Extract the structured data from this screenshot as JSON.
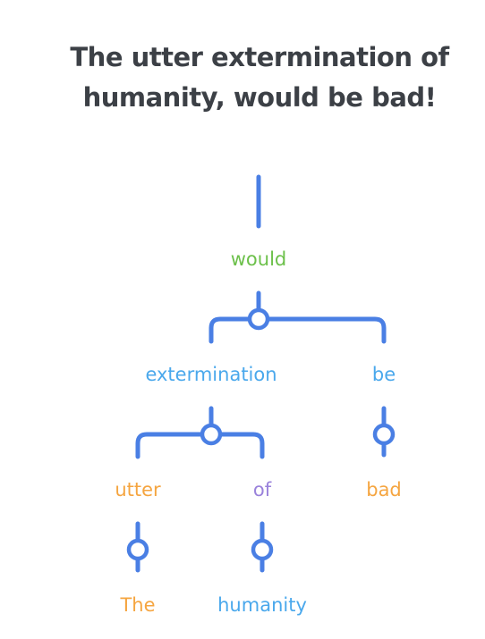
{
  "sentence": "The utter extermination of humanity, would be bad!",
  "colors": {
    "edge": "#4a7fe4",
    "title": "#3c4046",
    "verb": "#6cc04a",
    "noun": "#4aa8ec",
    "modifier": "#f5a540",
    "preposition": "#9a82db"
  },
  "nodes": [
    {
      "id": "would",
      "label": "would",
      "role": "verb"
    },
    {
      "id": "extermination",
      "label": "extermination",
      "role": "noun"
    },
    {
      "id": "be",
      "label": "be",
      "role": "noun"
    },
    {
      "id": "utter",
      "label": "utter",
      "role": "modifier"
    },
    {
      "id": "of",
      "label": "of",
      "role": "preposition"
    },
    {
      "id": "bad",
      "label": "bad",
      "role": "modifier"
    },
    {
      "id": "the",
      "label": "The",
      "role": "modifier"
    },
    {
      "id": "humanity",
      "label": "humanity",
      "role": "noun"
    }
  ],
  "edges": [
    {
      "from": "would",
      "to": [
        "extermination",
        "be"
      ]
    },
    {
      "from": "extermination",
      "to": [
        "utter",
        "of"
      ]
    },
    {
      "from": "be",
      "to": [
        "bad"
      ]
    },
    {
      "from": "utter",
      "to": [
        "the"
      ]
    },
    {
      "from": "of",
      "to": [
        "humanity"
      ]
    }
  ]
}
